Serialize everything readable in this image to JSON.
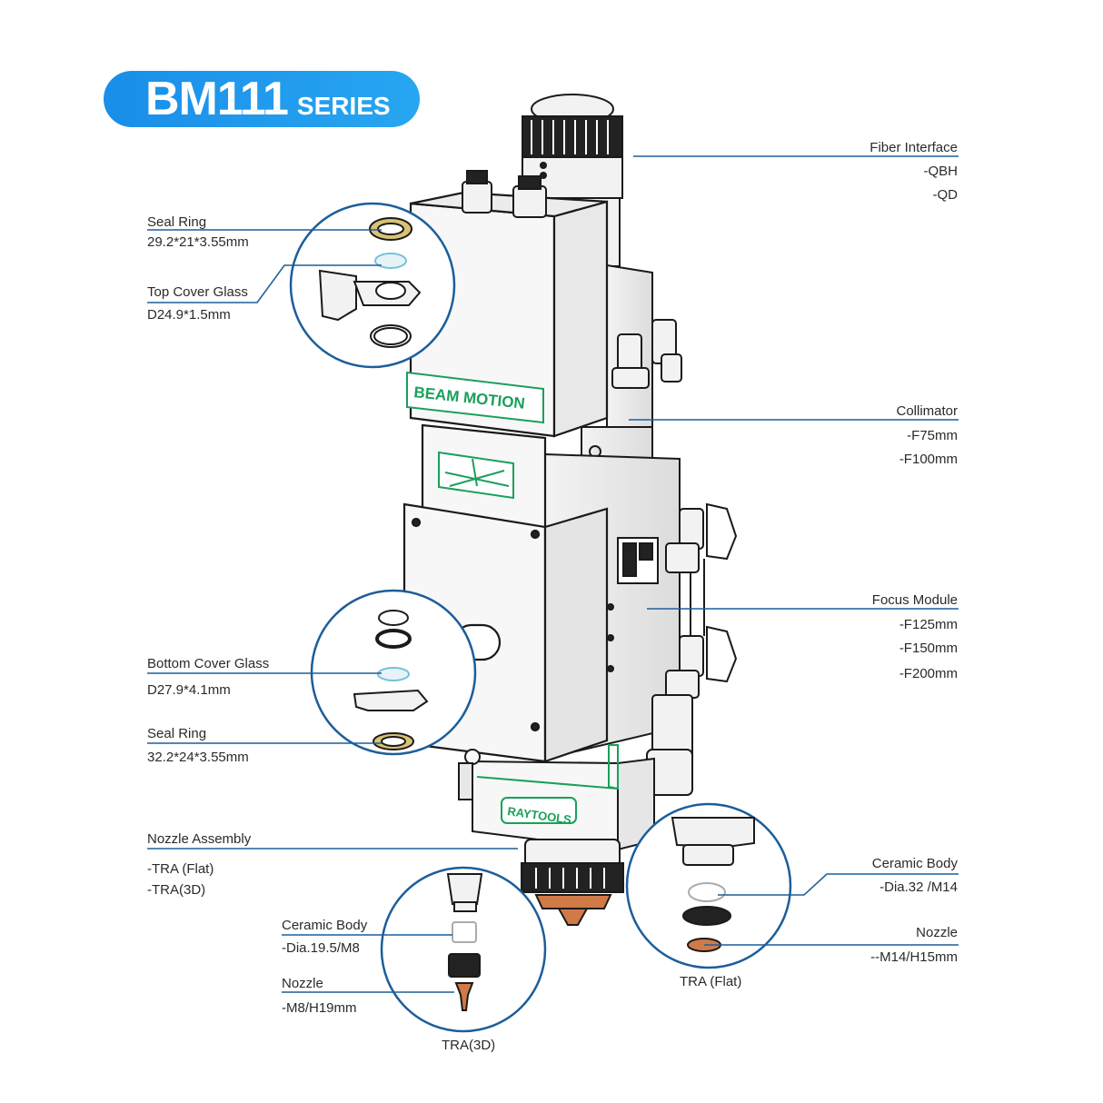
{
  "title": {
    "model": "BM111",
    "series": "SERIES"
  },
  "brand": {
    "body_logo": "BEAM MOTION",
    "nozzle_logo": "RAYTOOLS"
  },
  "colors": {
    "accent": "#1e96ec",
    "leader": "#1c5e9a",
    "brand_green": "#1aa05a",
    "copper": "#d07a48",
    "gold": "#d9c274"
  },
  "right_labels": {
    "fiber": {
      "title": "Fiber Interface",
      "opts": [
        "-QBH",
        "-QD"
      ]
    },
    "collimator": {
      "title": "Collimator",
      "opts": [
        "-F75mm",
        "-F100mm"
      ]
    },
    "focus": {
      "title": "Focus Module",
      "opts": [
        "-F125mm",
        "-F150mm",
        "-F200mm"
      ]
    },
    "ceramic_flat": {
      "title": "Ceramic Body",
      "opts": [
        "-Dia.32 /M14"
      ]
    },
    "nozzle_flat": {
      "title": "Nozzle",
      "opts": [
        "--M14/H15mm"
      ]
    }
  },
  "left_labels": {
    "seal_top": {
      "title": "Seal Ring",
      "spec": "29.2*21*3.55mm"
    },
    "top_glass": {
      "title": "Top Cover Glass",
      "spec": "D24.9*1.5mm"
    },
    "bottom_glass": {
      "title": "Bottom Cover Glass",
      "spec": "D27.9*4.1mm"
    },
    "seal_bottom": {
      "title": "Seal Ring",
      "spec": "32.2*24*3.55mm"
    },
    "nozzle_assembly": {
      "title": "Nozzle Assembly",
      "opts": [
        "-TRA (Flat)",
        "-TRA(3D)"
      ]
    },
    "ceramic_3d": {
      "title": "Ceramic Body",
      "spec": "-Dia.19.5/M8"
    },
    "nozzle_3d": {
      "title": "Nozzle",
      "spec": "-M8/H19mm"
    }
  },
  "captions": {
    "tra_flat": "TRA (Flat)",
    "tra_3d": "TRA(3D)"
  }
}
